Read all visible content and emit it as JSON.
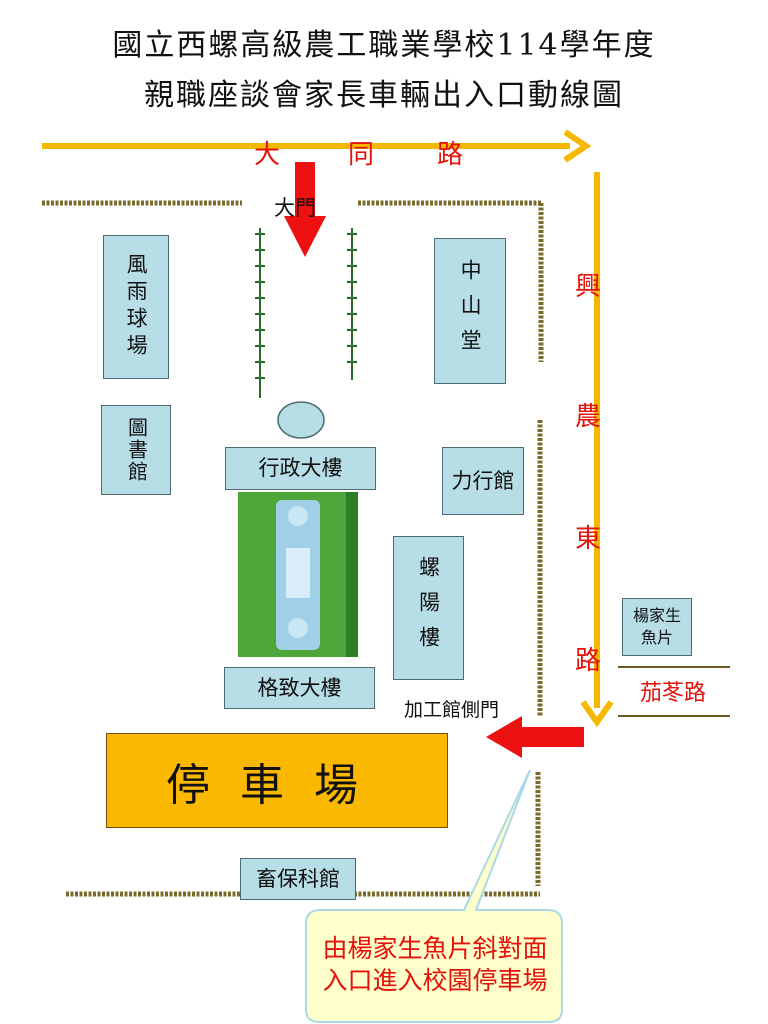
{
  "title": {
    "line1": "國立西螺高級農工職業學校114學年度",
    "line2": "親職座談會家長車輛出入口動線圖"
  },
  "roads": {
    "datong_chars": [
      "大",
      "同",
      "路"
    ],
    "xingnong_chars": [
      "興",
      "農",
      "東",
      "路"
    ],
    "qiedong": "茄苳路"
  },
  "gates": {
    "main_gate": "大門",
    "side_gate": "加工館側門"
  },
  "buildings": {
    "fengyu": "風雨球場",
    "library": "圖書館",
    "zhongshan": "中山堂",
    "admin": "行政大樓",
    "lixing": "力行館",
    "luoyang": "螺陽樓",
    "gezhi": "格致大樓",
    "xubao": "畜保科館",
    "parking": "停車場",
    "yangjia": "楊家生魚片"
  },
  "callout": "由楊家生魚片斜對面入口進入校園停車場",
  "colors": {
    "road_arrow": "#f5b800",
    "entry_arrow": "#ee1111",
    "wall": "#7a6a2a",
    "building": "#b7dde6",
    "parking": "#fbb800",
    "callout_bg": "#ffffcc",
    "label_red": "#e3120b"
  }
}
